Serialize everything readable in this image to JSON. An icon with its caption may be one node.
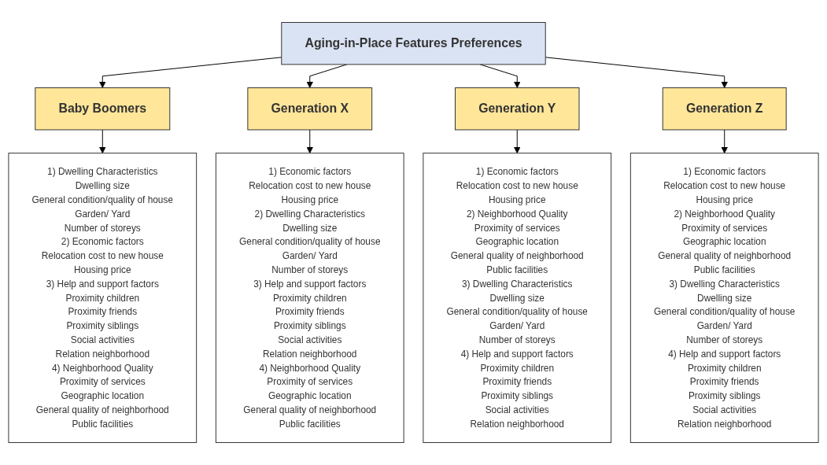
{
  "diagram": {
    "nodes": [
      {
        "text": [
          "Aging-in-Place Features Preferences"
        ]
      },
      {
        "text": [
          "Baby Boomers"
        ]
      },
      {
        "text": [
          "Generation X"
        ]
      },
      {
        "text": [
          "Generation Y"
        ]
      },
      {
        "text": [
          "Generation Z"
        ]
      },
      {
        "text": [
          "1) Dwelling Characteristics",
          "Dwelling size",
          "General condition/quality of house",
          "Garden/ Yard",
          "Number of storeys",
          "2) Economic factors",
          "Relocation cost to new house",
          "Housing price",
          "3) Help and support factors",
          "Proximity children",
          "Proximity friends",
          "Proximity siblings",
          "Social activities",
          "Relation neighborhood",
          "4) Neighborhood Quality",
          "Proximity of services",
          "Geographic location",
          "General quality of neighborhood",
          "Public facilities"
        ]
      },
      {
        "text": [
          "1) Economic factors",
          "Relocation cost to new house",
          "Housing price",
          "2) Dwelling Characteristics",
          "Dwelling size",
          "General condition/quality of house",
          "Garden/ Yard",
          "Number of storeys",
          "3) Help and support factors",
          "Proximity children",
          "Proximity friends",
          "Proximity siblings",
          "Social activities",
          "Relation neighborhood",
          "4) Neighborhood Quality",
          "Proximity of services",
          "Geographic location",
          "General quality of neighborhood",
          "Public facilities"
        ]
      },
      {
        "text": [
          "1) Economic factors",
          "Relocation cost to new house",
          "Housing price",
          "2) Neighborhood Quality",
          "Proximity of services",
          "Geographic location",
          "General quality of neighborhood",
          "Public facilities",
          "3) Dwelling Characteristics",
          "Dwelling size",
          "General condition/quality of house",
          "Garden/ Yard",
          "Number of storeys",
          "4) Help and support factors",
          "Proximity children",
          "Proximity friends",
          "Proximity siblings",
          "Social activities",
          "Relation neighborhood"
        ]
      },
      {
        "text": [
          "1) Economic factors",
          "Relocation cost to new house",
          "Housing price",
          "2) Neighborhood Quality",
          "Proximity of services",
          "Geographic location",
          "General quality of neighborhood",
          "Public facilities",
          "3) Dwelling Characteristics",
          "Dwelling size",
          "General condition/quality of house",
          "Garden/ Yard",
          "Number of storeys",
          "4) Help and support factors",
          "Proximity children",
          "Proximity friends",
          "Proximity siblings",
          "Social activities",
          "Relation neighborhood"
        ]
      }
    ],
    "edges": [
      {
        "from": 0,
        "to": 1,
        "arrow": "to"
      },
      {
        "from": 0,
        "to": 2,
        "arrow": "to"
      },
      {
        "from": 0,
        "to": 3,
        "arrow": "to"
      },
      {
        "from": 0,
        "to": 4,
        "arrow": "to"
      },
      {
        "from": 1,
        "to": 5,
        "arrow": "to"
      },
      {
        "from": 2,
        "to": 6,
        "arrow": "to"
      },
      {
        "from": 3,
        "to": 7,
        "arrow": "to"
      },
      {
        "from": 4,
        "to": 8,
        "arrow": "to"
      }
    ]
  }
}
